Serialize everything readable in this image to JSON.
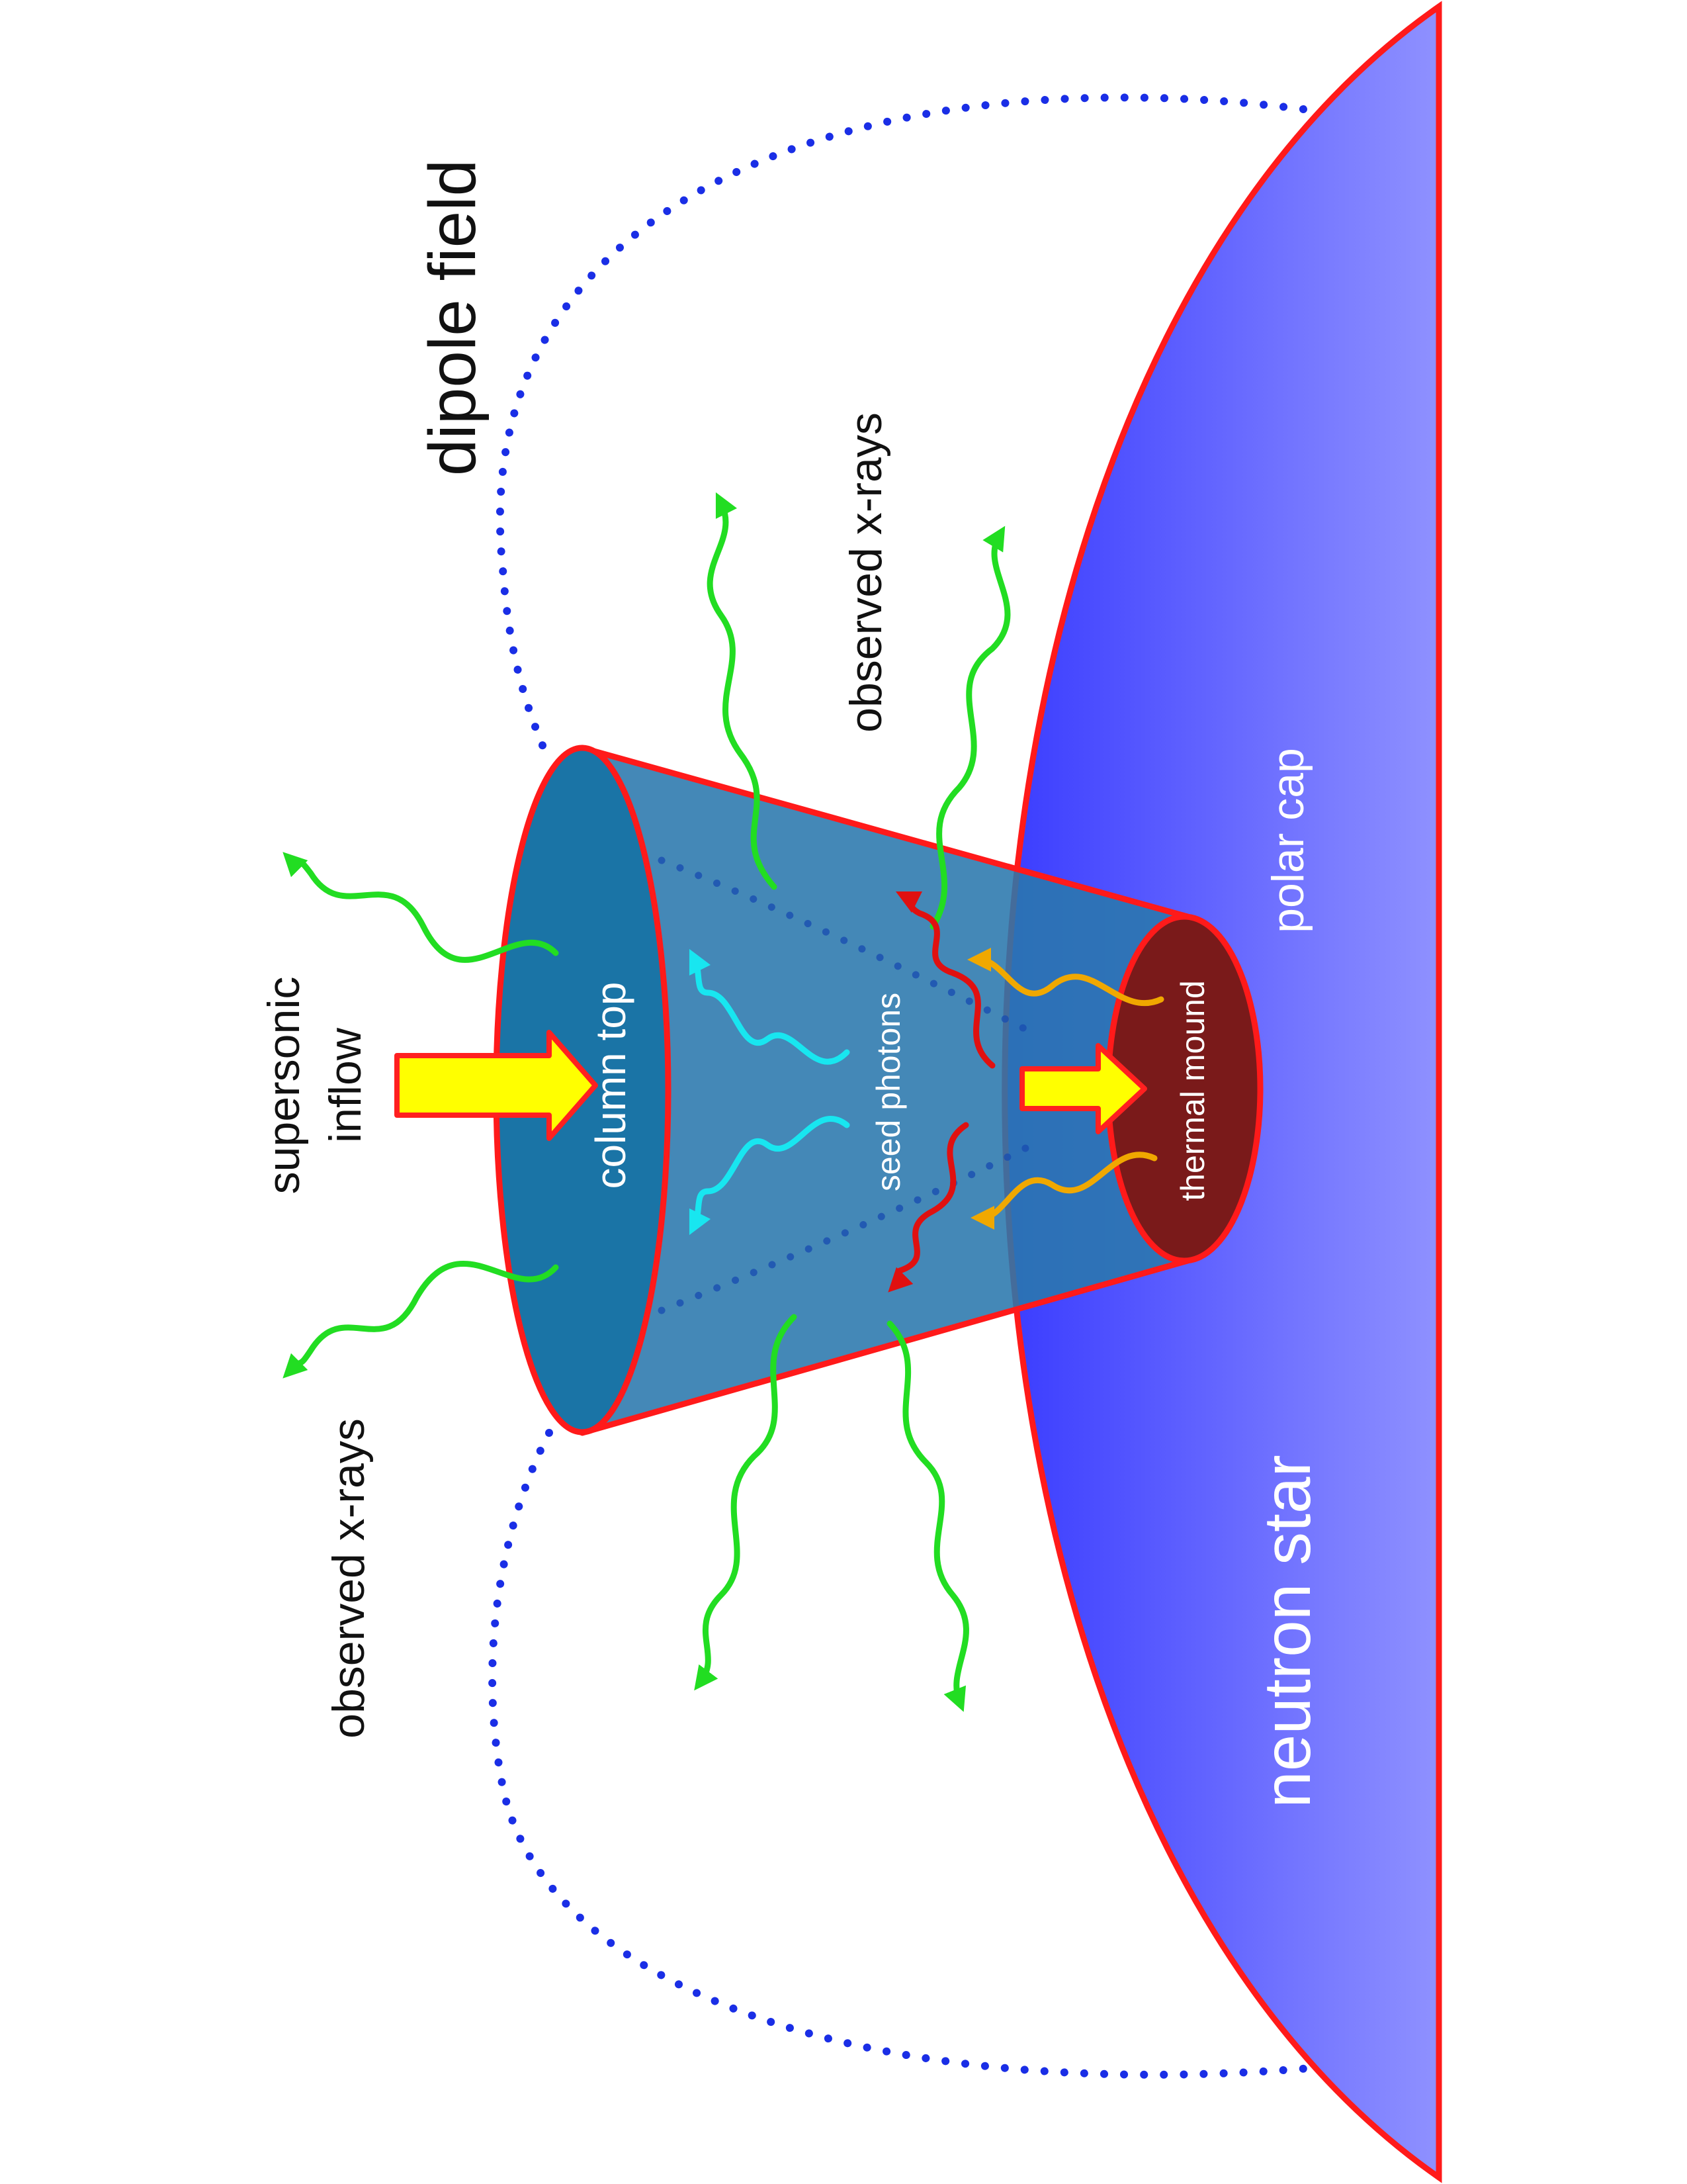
{
  "labels": {
    "dipole_field": "dipole field",
    "observed_xrays_right": "observed x-rays",
    "observed_xrays_left": "observed x-rays",
    "supersonic": "supersonic",
    "inflow": "inflow",
    "column_top": "column top",
    "seed_photons": "seed photons",
    "thermal_mound": "thermal mound",
    "polar_cap": "polar cap",
    "neutron_star": "neutron star"
  },
  "colors": {
    "star_dark": "#4a4dff",
    "star_light": "#8a8cff",
    "outline_red": "#ff1a1a",
    "column_body": "#3d8eb9",
    "column_top": "#1f79a8",
    "mound": "#7a1a1a",
    "field_lines": "#1a2ee6",
    "observed_xray": "#22dd22",
    "seed_photon_cyan": "#18e6f0",
    "seed_photon_red": "#e01010",
    "mound_photon": "#f0a800",
    "arrow_fill": "#ffff00",
    "arrow_outline": "#ff2020"
  },
  "icons": [
    "inflow-arrow-icon",
    "mound-arrow-icon",
    "photon-squiggle-icon"
  ]
}
